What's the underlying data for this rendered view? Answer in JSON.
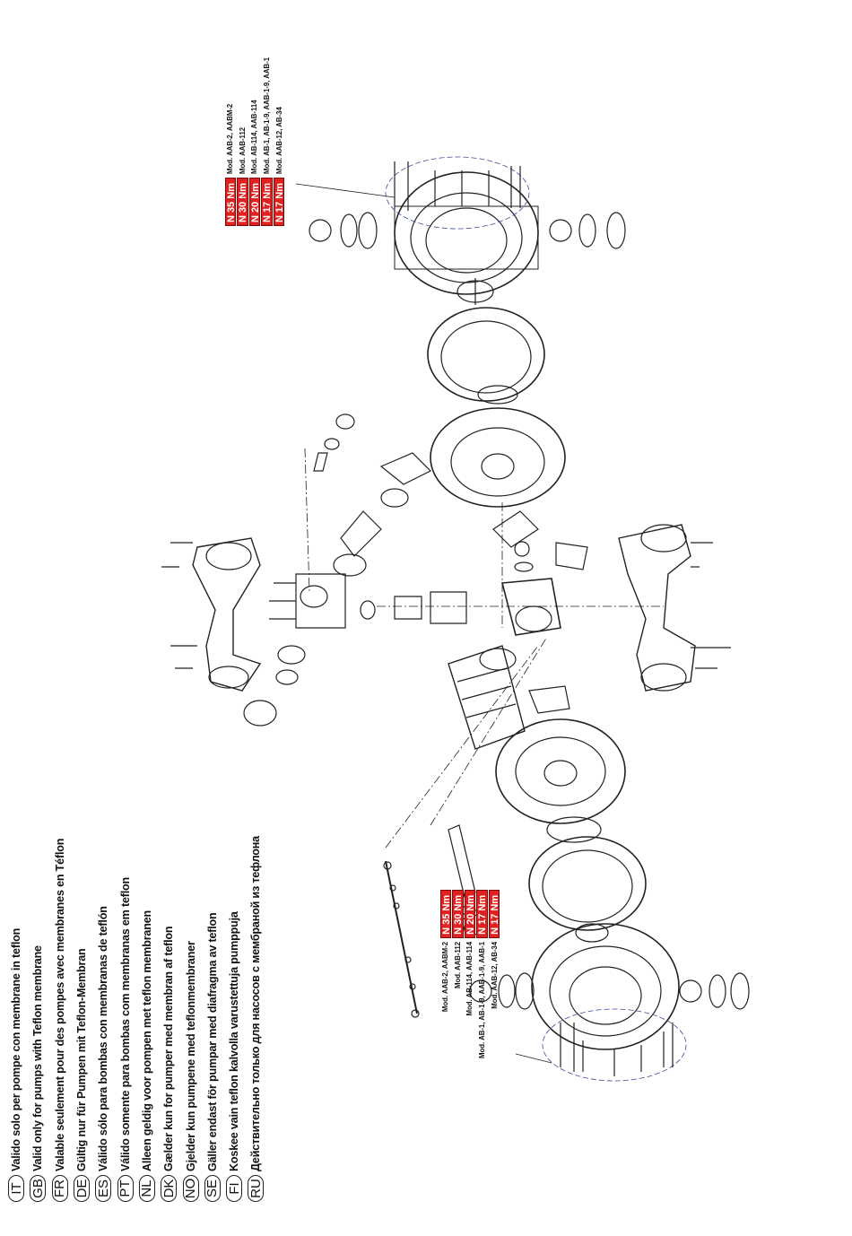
{
  "languages": [
    {
      "code": "IT",
      "text": "Valido solo per pompe con membrane in teflon"
    },
    {
      "code": "GB",
      "text": "Valid only for pumps with Teflon membrane"
    },
    {
      "code": "FR",
      "text": "Valable seulement pour des pompes avec membranes en Téflon"
    },
    {
      "code": "DE",
      "text": "Gültig nur für Pumpen mit Teflon-Membran"
    },
    {
      "code": "ES",
      "text": "Válido sólo para bombas con membranas de teflón"
    },
    {
      "code": "PT",
      "text": "Válido somente para bombas com membranas em teflon"
    },
    {
      "code": "NL",
      "text": "Alleen geldig voor pompen met teflon membranen"
    },
    {
      "code": "DK",
      "text": "Gælder kun for pumper med membran af teflon"
    },
    {
      "code": "NO",
      "text": "Gjelder kun pumpene med teflonmembraner"
    },
    {
      "code": "SE",
      "text": "Gäller endast för pumpar med diafragma av teflon"
    },
    {
      "code": "FI",
      "text": "Koskee vain teflon kalvolla varustettuja pumppuja"
    },
    {
      "code": "RU",
      "text": "Действительно только для насосов с мембраной из тефлона"
    }
  ],
  "torque_top": [
    {
      "value": "N 35 Nm",
      "models": "Mod. AAB-2, AABM-2"
    },
    {
      "value": "N 30 Nm",
      "models": "Mod. AAB-112"
    },
    {
      "value": "N 20 Nm",
      "models": "Mod. AB-114, AAB-114"
    },
    {
      "value": "N 17 Nm",
      "models": "Mod. AB-1, AB-1-9, AAB-1-9, AAB-1"
    },
    {
      "value": "N 17 Nm",
      "models": "Mod. AAB-12, AB-34"
    }
  ],
  "torque_bottom": [
    {
      "value": "N 35 Nm",
      "models": "Mod. AAB-2, AABM-2"
    },
    {
      "value": "N 30 Nm",
      "models": "Mod. AAB-112"
    },
    {
      "value": "N 20 Nm",
      "models": "Mod. AB-114, AAB-114"
    },
    {
      "value": "N 17 Nm",
      "models": "Mod. AB-1, AB-1-9, AAB-1-9, AAB-1"
    },
    {
      "value": "N 17 Nm",
      "models": "Mod. AAB-12, AB-34"
    }
  ],
  "colors": {
    "torque_red": "#e1211f",
    "line": "#222222"
  }
}
